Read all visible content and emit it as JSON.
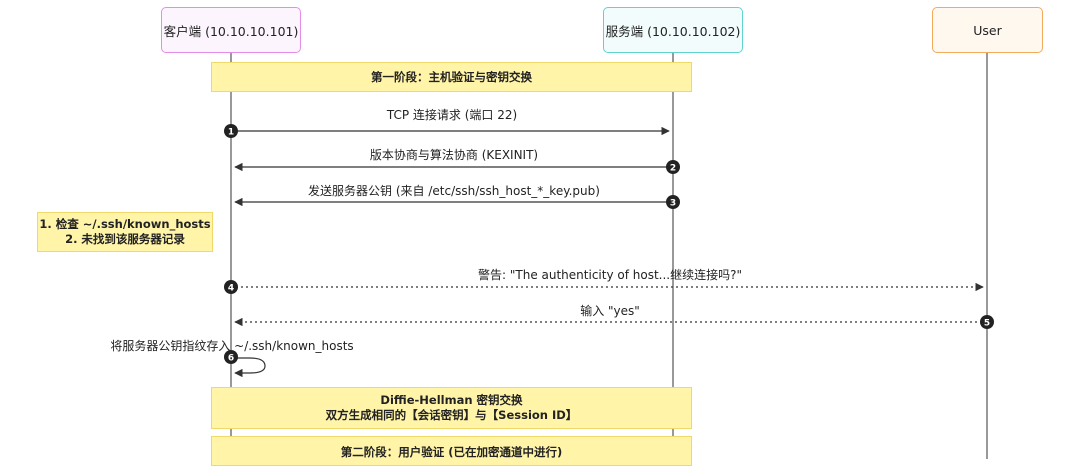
{
  "participants": {
    "client": "客户端 (10.10.10.101)",
    "server": "服务端 (10.10.10.102)",
    "user": "User"
  },
  "notes": {
    "phase1": "第一阶段：主机验证与密钥交换",
    "check_line1": "1. 检查 ~/.ssh/known_hosts",
    "check_line2": "2. 未找到该服务器记录",
    "dh_line1": "Diffie-Hellman 密钥交换",
    "dh_line2": "双方生成相同的【会话密钥】与【Session ID】",
    "phase2": "第二阶段：用户验证 (已在加密通道中进行)"
  },
  "messages": [
    {
      "number": "1",
      "label": "TCP 连接请求 (端口 22)",
      "style": "solid",
      "from": "client",
      "to": "server"
    },
    {
      "number": "2",
      "label": "版本协商与算法协商 (KEXINIT)",
      "style": "solid",
      "from": "server",
      "to": "client"
    },
    {
      "number": "3",
      "label": "发送服务器公钥 (来自 /etc/ssh/ssh_host_*_key.pub)",
      "style": "solid",
      "from": "server",
      "to": "client"
    },
    {
      "number": "4",
      "label": "警告: \"The authenticity of host...继续连接吗?\"",
      "style": "dotted",
      "from": "client",
      "to": "user"
    },
    {
      "number": "5",
      "label": "输入 \"yes\"",
      "style": "dotted",
      "from": "user",
      "to": "client"
    },
    {
      "number": "6",
      "label": "将服务器公钥指纹存入 ~/.ssh/known_hosts",
      "style": "self",
      "from": "client",
      "to": "client"
    }
  ],
  "colors": {
    "line": "#333333",
    "badge": "#222222",
    "note_fill": "#fff4a8",
    "note_border": "#efd96b"
  }
}
